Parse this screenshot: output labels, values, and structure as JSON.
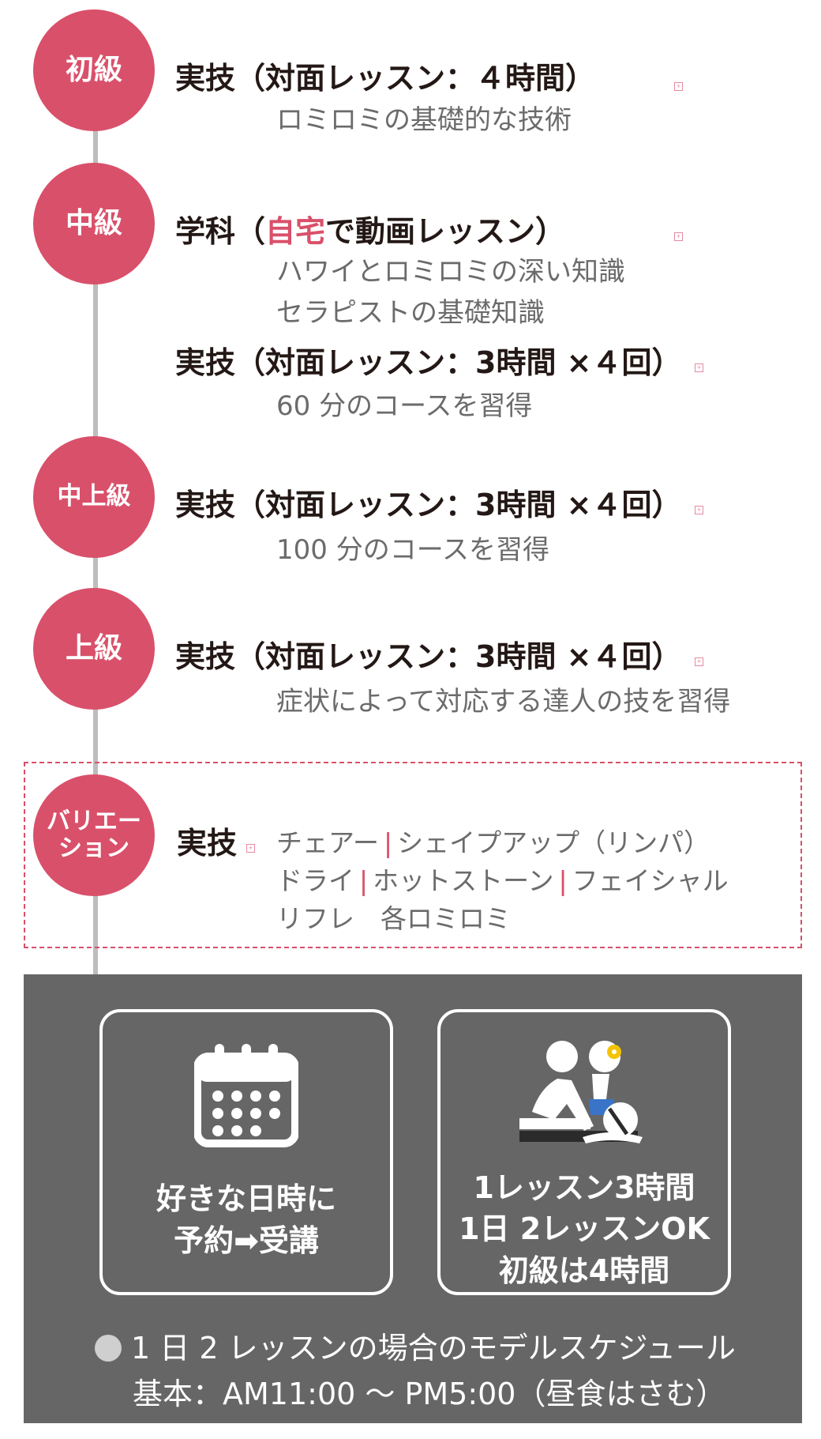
{
  "levels": [
    {
      "badge": "初級",
      "heading": "実技（対面レッスン：４時間）",
      "lines": [
        "ロミロミの基礎的な技術"
      ]
    },
    {
      "badge": "中級",
      "heading_pre": "学科（",
      "heading_accent": "自宅",
      "heading_post": "で動画レッスン）",
      "lines": [
        "ハワイとロミロミの深い知識",
        "セラピストの基礎知識"
      ],
      "heading2": "実技（対面レッスン：3時間 ×４回）",
      "lines2": [
        "60 分のコースを習得"
      ]
    },
    {
      "badge": "中上級",
      "heading": "実技（対面レッスン：3時間 ×４回）",
      "lines": [
        "100 分のコースを習得"
      ]
    },
    {
      "badge": "上級",
      "heading": "実技（対面レッスン：3時間 ×４回）",
      "lines": [
        "症状によって対応する達人の技を習得"
      ]
    },
    {
      "badge_line1": "バリエー",
      "badge_line2": "ション",
      "heading": "実技",
      "items_row1": [
        "チェアー",
        "シェイプアップ（リンパ）"
      ],
      "items_row2": [
        "ドライ",
        "ホットストーン",
        "フェイシャル"
      ],
      "items_row3": "リフレ　各ロミロミ"
    }
  ],
  "cards": {
    "booking": {
      "icon": "calendar-icon",
      "line1": "好きな日時に",
      "line2": "予約➡受講"
    },
    "lesson": {
      "icon": "massage-icon",
      "line1": "1レッスン3時間",
      "line2": "1日 2レッスンOK",
      "line3": "初級は4時間"
    }
  },
  "schedule": {
    "title": "1 日 2 レッスンの場合のモデルスケジュール",
    "hours": "基本：AM11:00 〜 PM5:00（昼食はさむ）"
  },
  "colors": {
    "accent": "#d9506a",
    "panel": "#666666",
    "line": "#bdbdbd"
  }
}
